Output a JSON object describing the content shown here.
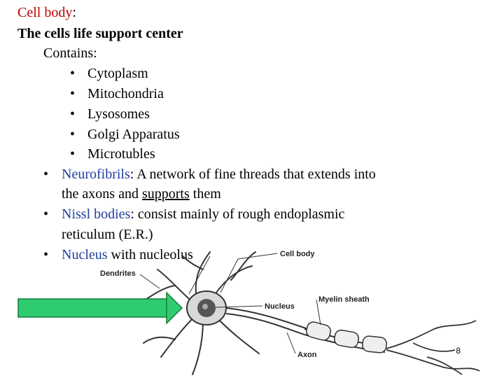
{
  "slide": {
    "heading_term": "Cell body",
    "heading_colon": ":",
    "subtitle": "The cells life support center",
    "contains_label": "Contains:",
    "bullet_glyph": "•",
    "inner_items": [
      "Cytoplasm",
      "Mitochondria",
      "Lysosomes",
      "Golgi Apparatus",
      "Microtubles"
    ],
    "outer_items": [
      {
        "term": "Neurofibrils",
        "line1_rest": ": A network of fine threads that extends into",
        "line2_pre": "the axons and ",
        "line2_link": "supports",
        "line2_post": " them"
      },
      {
        "term": "Nissl bodies",
        "line1_rest": ": consist mainly of rough endoplasmic",
        "line2": "reticulum (E.R.)"
      },
      {
        "term": "Nucleus",
        "line1_rest": " with nucleolus"
      }
    ],
    "page_number": "8"
  },
  "diagram": {
    "labels": {
      "dendrites": "Dendrites",
      "cell_body": "Cell body",
      "nucleus": "Nucleus",
      "myelin": "Myelin sheath",
      "axon": "Axon"
    },
    "arrow_color": "#2ecc71"
  }
}
